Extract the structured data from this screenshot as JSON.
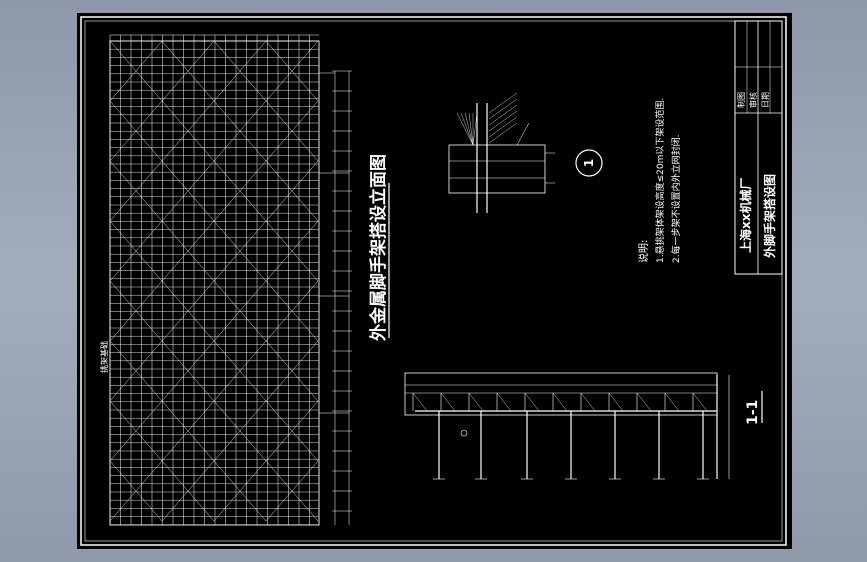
{
  "drawing": {
    "main_title": "外金属脚手架搭设立面图",
    "section_title": "1-1",
    "detail_label": "1",
    "notes_heading": "说明:",
    "notes": [
      "1.悬挑架体架设高度≤20m以下架设范围.",
      "2.每一步架不设置内外立网封闭."
    ],
    "title_block": {
      "company": "上海xx机械厂",
      "drawing_name": "外脚手架搭设图",
      "fields": [
        "制图",
        "审核",
        "日期"
      ]
    },
    "side_label": "挑架基础",
    "colors": {
      "background": "#000000",
      "lines": "#ffffff",
      "screen_bg": "#97a1b0"
    }
  }
}
